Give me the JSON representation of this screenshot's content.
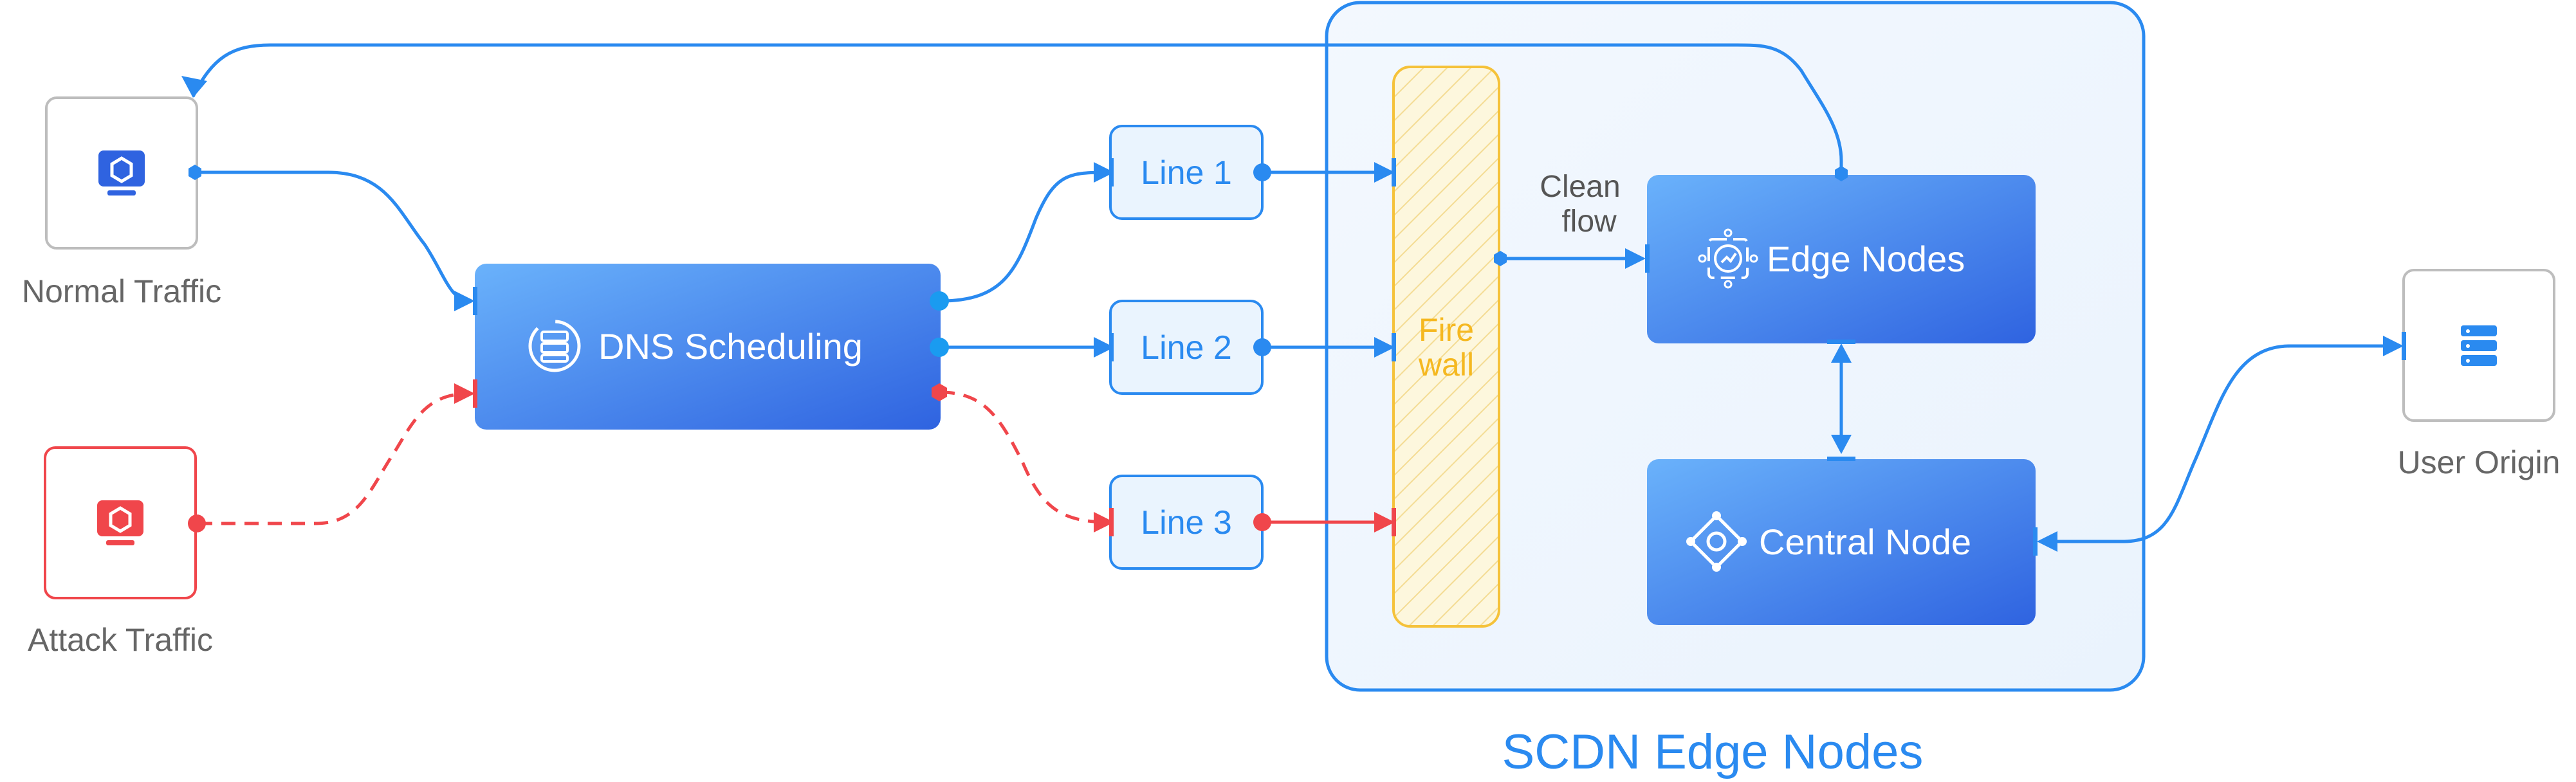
{
  "nodes": {
    "normal_traffic": "Normal Traffic",
    "attack_traffic": "Attack Traffic",
    "dns_scheduling": "DNS Scheduling",
    "line1": "Line 1",
    "line2": "Line 2",
    "line3": "Line 3",
    "firewall_line1": "Fire",
    "firewall_line2": "wall",
    "clean_flow_line1": "Clean",
    "clean_flow_line2": "flow",
    "edge_nodes": "Edge Nodes",
    "central_node": "Central Node",
    "user_origin": "User Origin"
  },
  "region": {
    "label": "SCDN Edge Nodes"
  },
  "icons": {
    "normal_traffic": "monitor-icon",
    "attack_traffic": "monitor-icon",
    "dns_scheduling": "dns-icon",
    "edge_nodes": "edge-chip-icon",
    "central_node": "network-hub-icon",
    "user_origin": "server-icon"
  },
  "colors": {
    "primary_blue": "#2a8af0",
    "attack_red": "#f0464b",
    "firewall_yellow": "#f5b820",
    "node_gradient_start": "#6ab2fb",
    "node_gradient_end": "#2f63e0",
    "region_fill": "#f1f7fe"
  }
}
